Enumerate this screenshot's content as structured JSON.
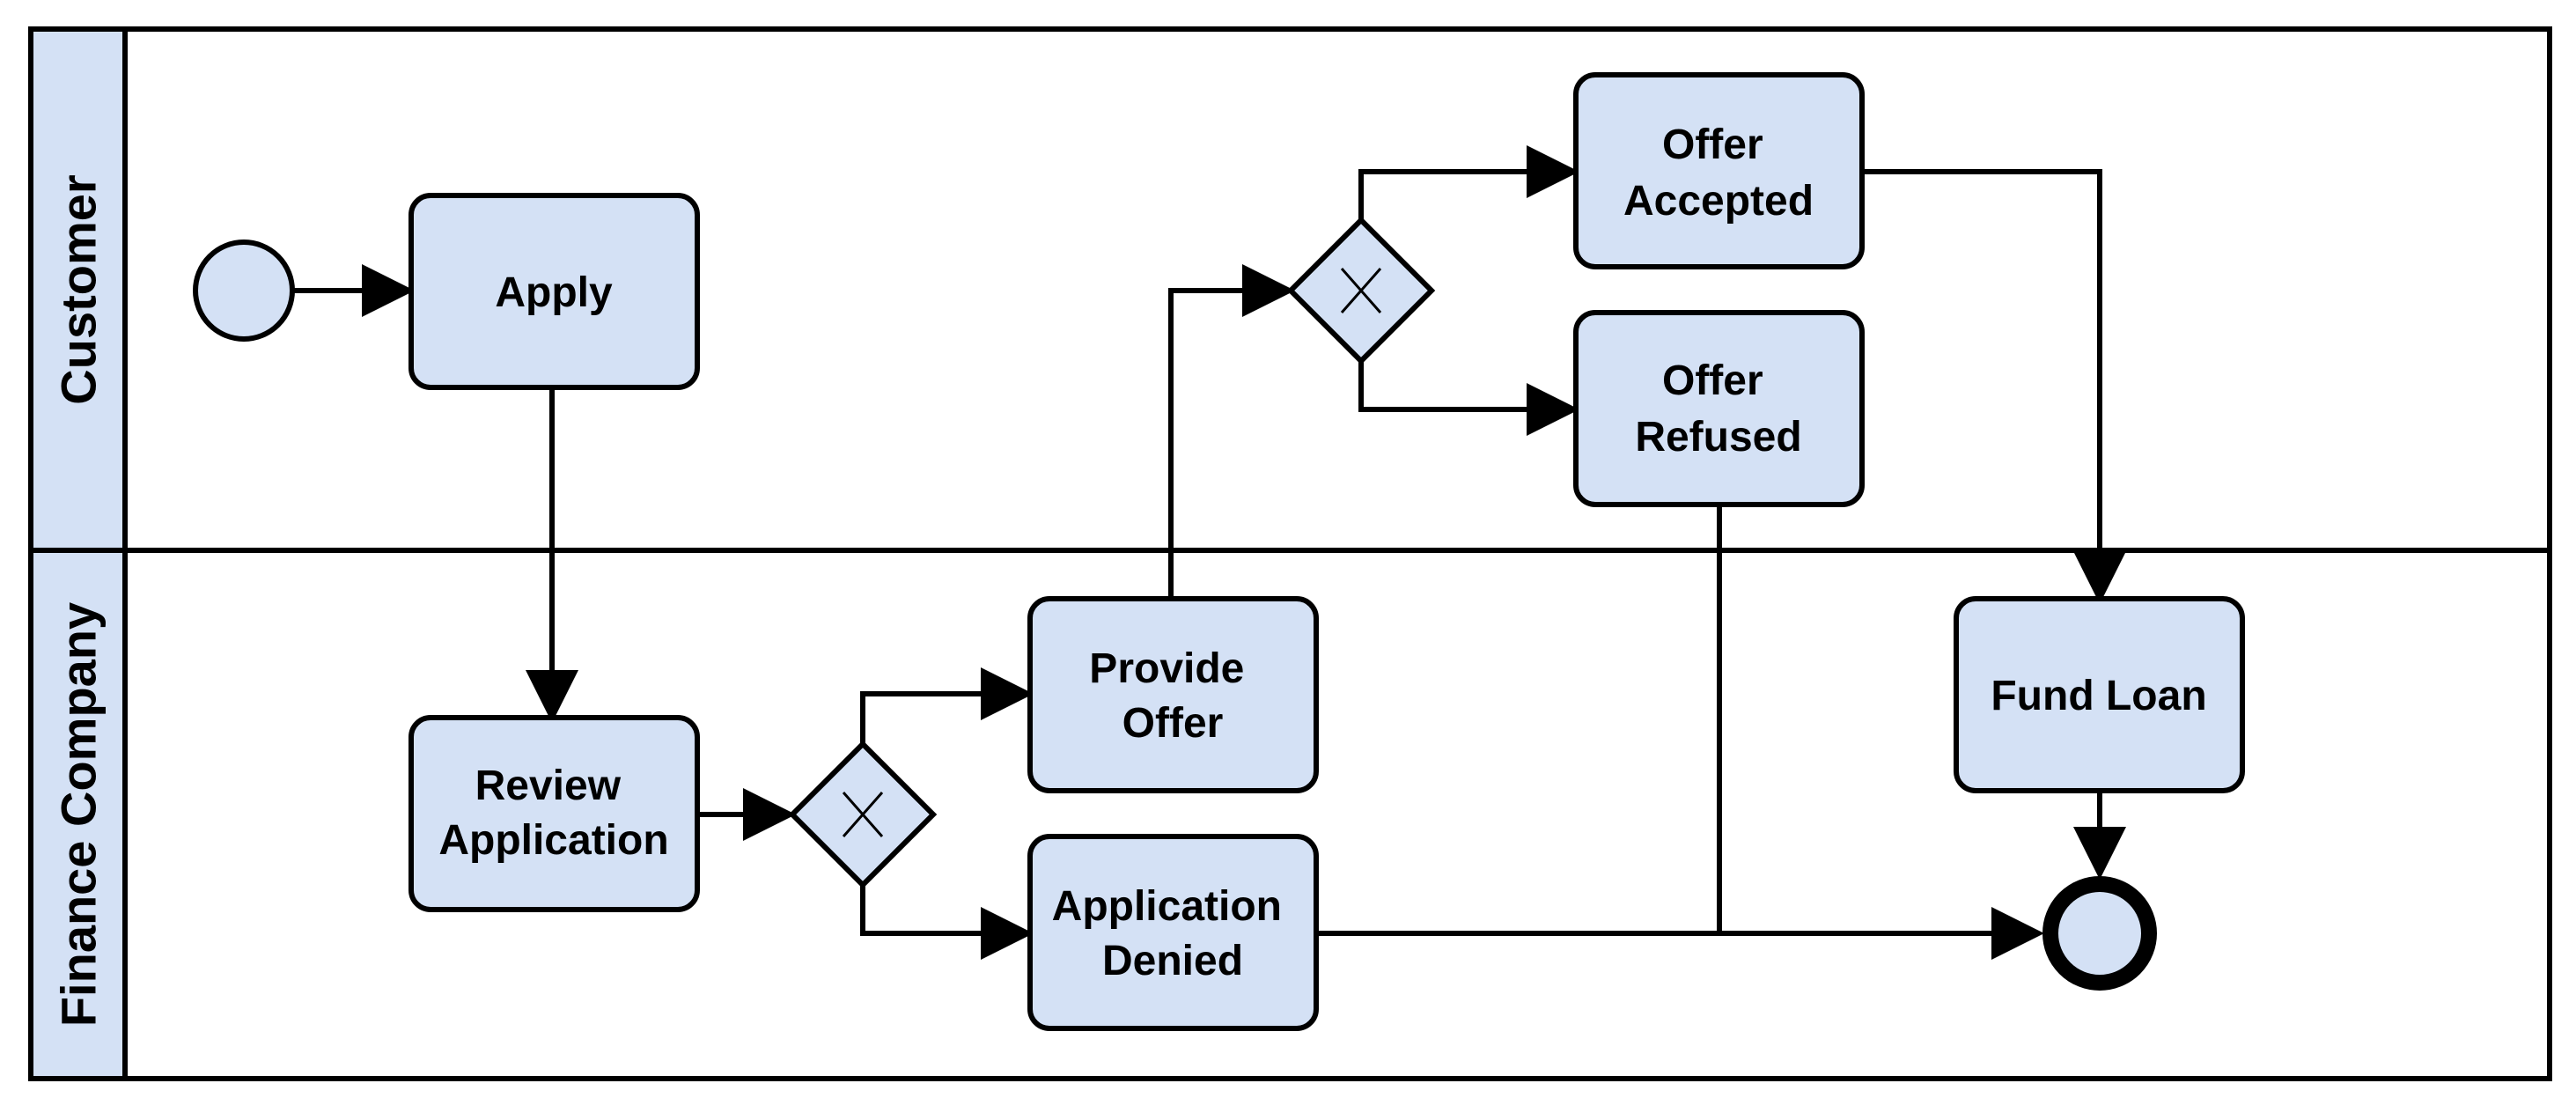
{
  "colors": {
    "fill": "#d4e1f5",
    "stroke": "#000000",
    "background": "#ffffff"
  },
  "lanes": [
    {
      "label": "Customer"
    },
    {
      "label": "Finance Company"
    }
  ],
  "tasks": {
    "apply": {
      "lines": [
        "Apply"
      ]
    },
    "review": {
      "lines": [
        "Review",
        "Application"
      ]
    },
    "provide_offer": {
      "lines": [
        "Provide",
        "Offer"
      ]
    },
    "denied": {
      "lines": [
        "Application",
        "Denied"
      ]
    },
    "accepted": {
      "lines": [
        "Offer",
        "Accepted"
      ]
    },
    "refused": {
      "lines": [
        "Offer",
        "Refused"
      ]
    },
    "fund": {
      "lines": [
        "Fund Loan"
      ]
    }
  },
  "events": {
    "start": {
      "type": "start"
    },
    "end": {
      "type": "end"
    }
  },
  "gateways": {
    "review_gateway": {
      "type": "exclusive",
      "icon": "x-icon"
    },
    "offer_gateway": {
      "type": "exclusive",
      "icon": "x-icon"
    }
  }
}
